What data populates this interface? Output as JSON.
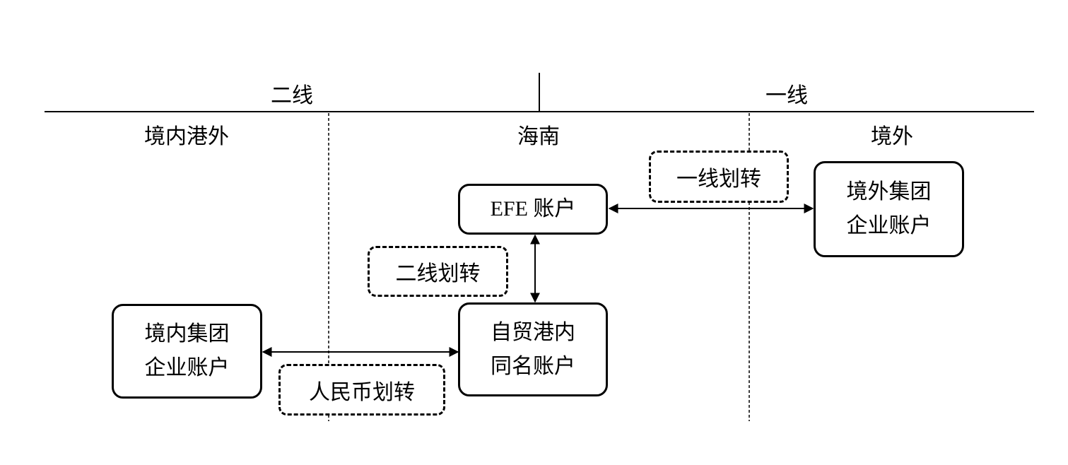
{
  "zones": {
    "second_line": "二线",
    "first_line": "一线"
  },
  "regions": {
    "domestic_outside_port": "境内港外",
    "hainan": "海南",
    "overseas": "境外"
  },
  "nodes": {
    "efe_account": "EFE 账户",
    "overseas_group_account": "境外集团\n企业账户",
    "ftz_same_name_account": "自贸港内\n同名账户",
    "domestic_group_account": "境内集团\n企业账户"
  },
  "transfers": {
    "first_line_transfer": "一线划转",
    "second_line_transfer": "二线划转",
    "rmb_transfer": "人民币划转"
  }
}
